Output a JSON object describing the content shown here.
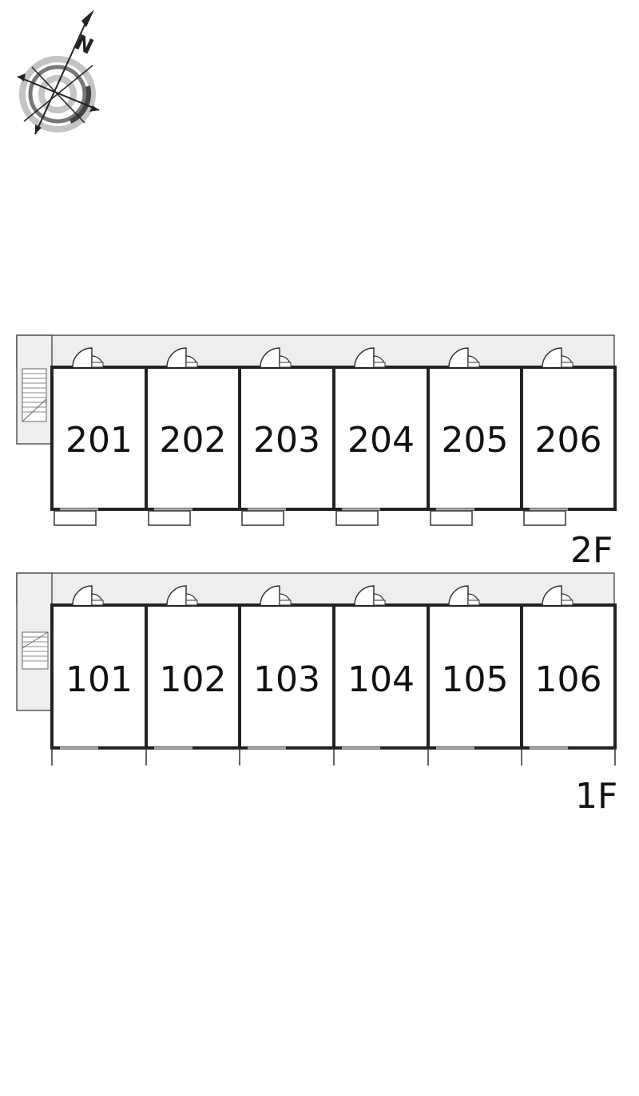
{
  "compass": {
    "north_label": "N",
    "icon": "compass-rose-icon"
  },
  "colors": {
    "wall": "#222222",
    "corridor": "#eeeeee",
    "outline": "#555555"
  },
  "floors": [
    {
      "label": "2F",
      "units": [
        "201",
        "202",
        "203",
        "204",
        "205",
        "206"
      ]
    },
    {
      "label": "1F",
      "units": [
        "101",
        "102",
        "103",
        "104",
        "105",
        "106"
      ]
    }
  ]
}
